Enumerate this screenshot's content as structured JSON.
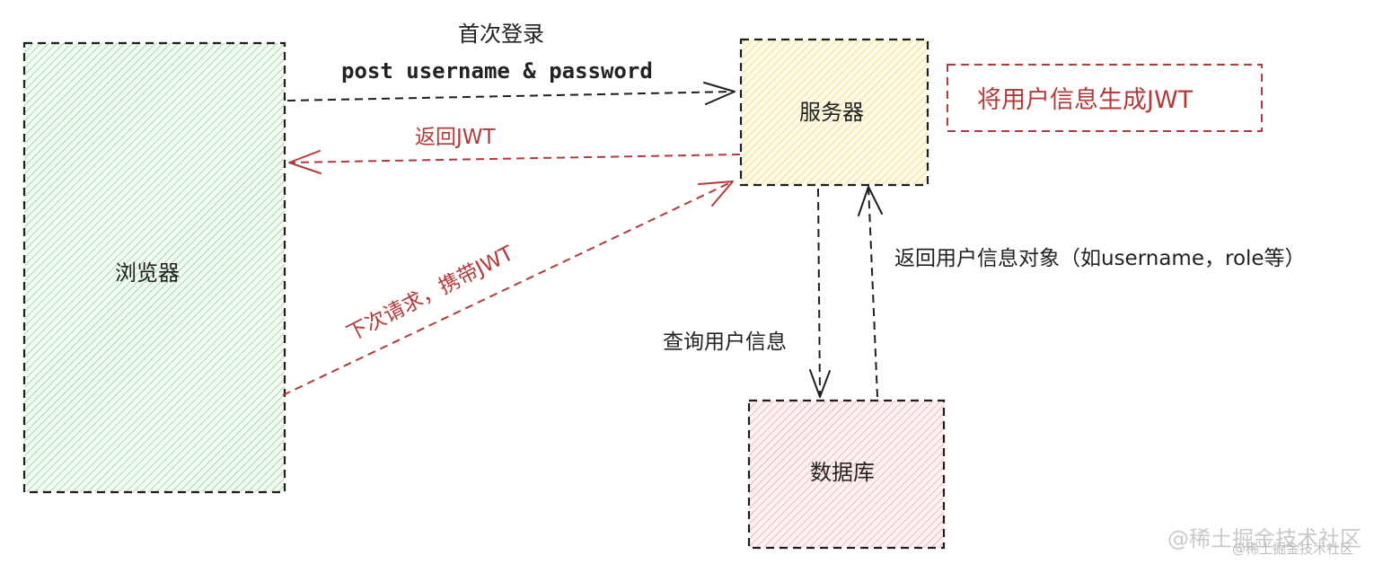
{
  "nodes": {
    "browser": "浏览器",
    "server": "服务器",
    "database": "数据库",
    "jwt_note": "将用户信息生成JWT"
  },
  "edges": {
    "first_login_title": "首次登录",
    "first_login_payload": "post username & password",
    "return_jwt": "返回JWT",
    "next_request": "下次请求，携带JWT",
    "query_user": "查询用户信息",
    "return_user_obj": "返回用户信息对象（如username，role等）"
  },
  "watermark": {
    "main": "@稀土掘金技术社区",
    "secondary": "@稀土掘金技术社区"
  },
  "colors": {
    "browser_fill": "#7ccf7e",
    "server_fill": "#f2cf5b",
    "database_fill": "#e8949a",
    "accent_red": "#b33a3a",
    "stroke": "#1e1e1e"
  }
}
